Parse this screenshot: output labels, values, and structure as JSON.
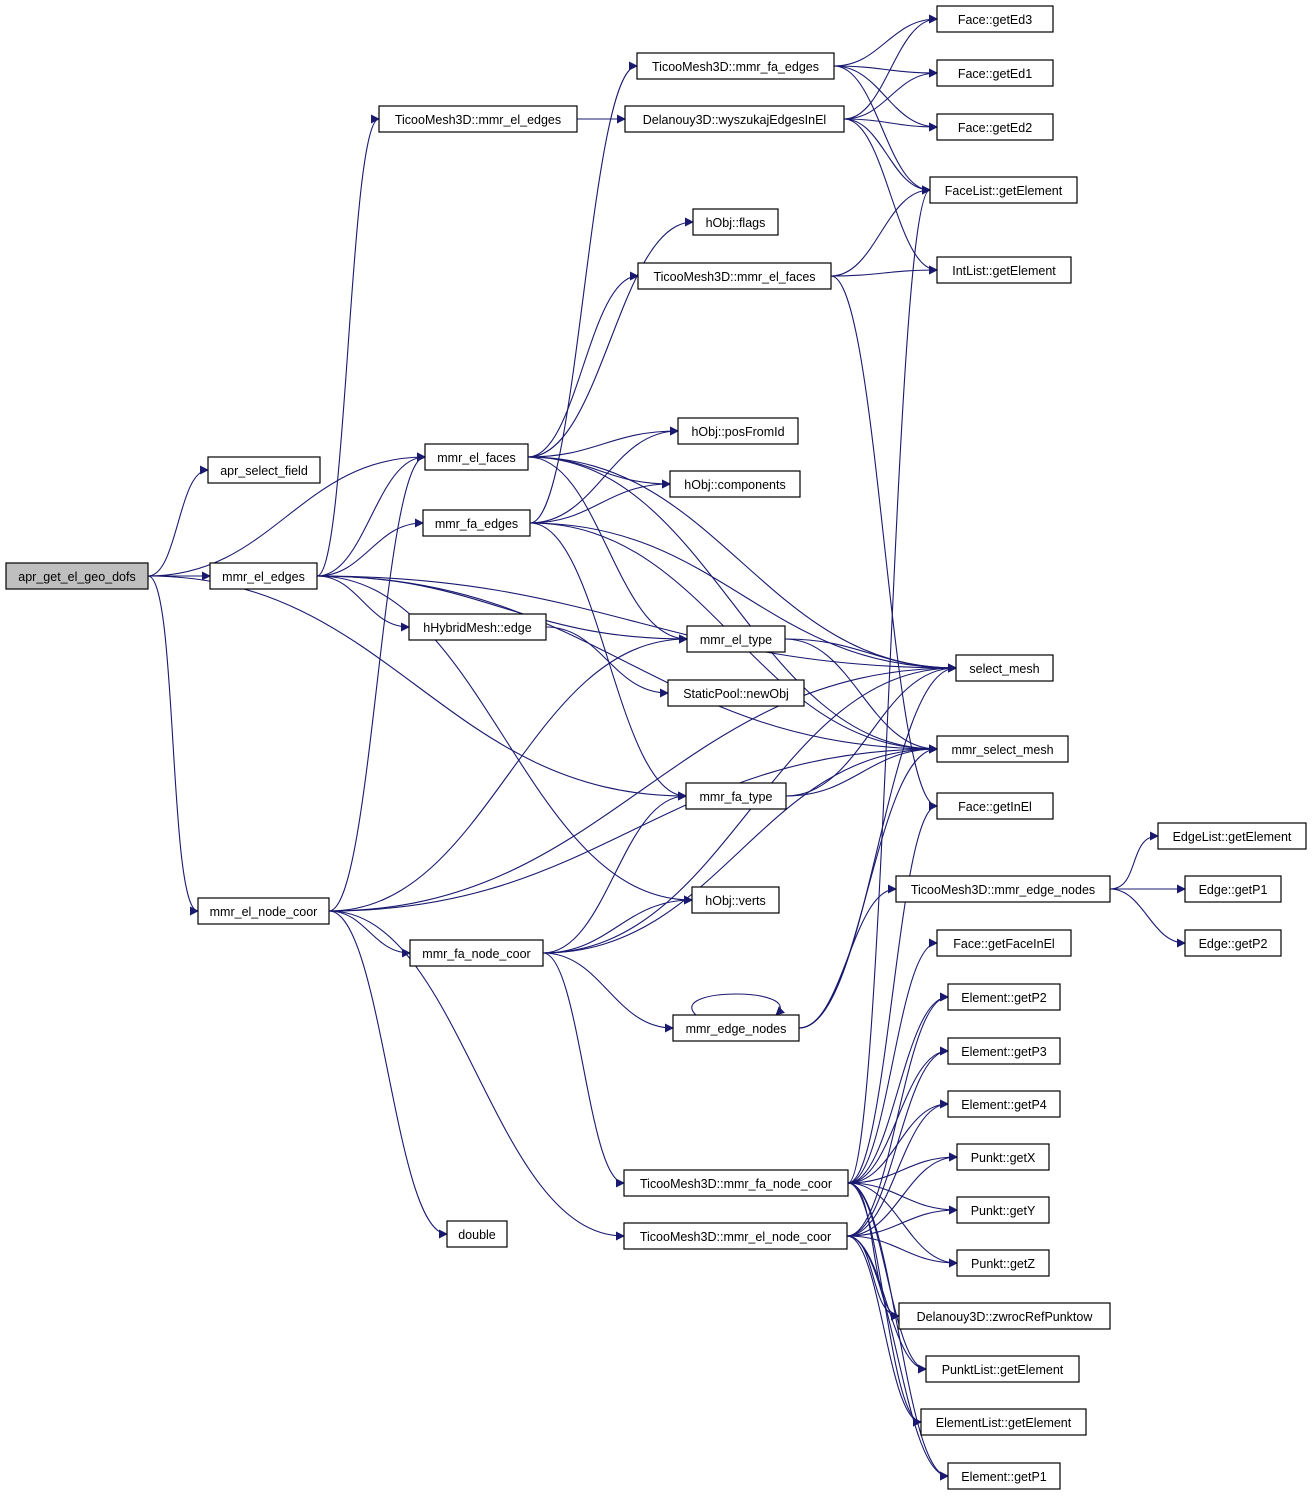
{
  "nodes": [
    {
      "id": "root",
      "label": "apr_get_el_geo_dofs",
      "root": true
    },
    {
      "id": "apr_select_field",
      "label": "apr_select_field"
    },
    {
      "id": "mmr_el_edges",
      "label": "mmr_el_edges"
    },
    {
      "id": "mmr_el_node_coor",
      "label": "mmr_el_node_coor"
    },
    {
      "id": "t_mmr_el_edges",
      "label": "TicooMesh3D::mmr_el_edges"
    },
    {
      "id": "mmr_el_faces",
      "label": "mmr_el_faces"
    },
    {
      "id": "mmr_fa_edges",
      "label": "mmr_fa_edges"
    },
    {
      "id": "hHybridMesh_edge",
      "label": "hHybridMesh::edge"
    },
    {
      "id": "double",
      "label": "double"
    },
    {
      "id": "mmr_fa_node_coor",
      "label": "mmr_fa_node_coor"
    },
    {
      "id": "t_mmr_fa_edges",
      "label": "TicooMesh3D::mmr_fa_edges"
    },
    {
      "id": "delanouy_wyszukaj",
      "label": "Delanouy3D::wyszukajEdgesInEl"
    },
    {
      "id": "hObj_flags",
      "label": "hObj::flags"
    },
    {
      "id": "t_mmr_el_faces",
      "label": "TicooMesh3D::mmr_el_faces"
    },
    {
      "id": "hObj_posFromId",
      "label": "hObj::posFromId"
    },
    {
      "id": "hObj_components",
      "label": "hObj::components"
    },
    {
      "id": "mmr_el_type",
      "label": "mmr_el_type"
    },
    {
      "id": "staticpool_newobj",
      "label": "StaticPool::newObj"
    },
    {
      "id": "mmr_fa_type",
      "label": "mmr_fa_type"
    },
    {
      "id": "hObj_verts",
      "label": "hObj::verts"
    },
    {
      "id": "mmr_edge_nodes",
      "label": "mmr_edge_nodes"
    },
    {
      "id": "t_mmr_fa_node_coor",
      "label": "TicooMesh3D::mmr_fa_node_coor"
    },
    {
      "id": "t_mmr_el_node_coor",
      "label": "TicooMesh3D::mmr_el_node_coor"
    },
    {
      "id": "face_getEd3",
      "label": "Face::getEd3"
    },
    {
      "id": "face_getEd1",
      "label": "Face::getEd1"
    },
    {
      "id": "face_getEd2",
      "label": "Face::getEd2"
    },
    {
      "id": "facelist_getElement",
      "label": "FaceList::getElement"
    },
    {
      "id": "intlist_getElement",
      "label": "IntList::getElement"
    },
    {
      "id": "select_mesh",
      "label": "select_mesh"
    },
    {
      "id": "mmr_select_mesh",
      "label": "mmr_select_mesh"
    },
    {
      "id": "face_getInEl",
      "label": "Face::getInEl"
    },
    {
      "id": "t_mmr_edge_nodes",
      "label": "TicooMesh3D::mmr_edge_nodes"
    },
    {
      "id": "face_getFaceInEl",
      "label": "Face::getFaceInEl"
    },
    {
      "id": "element_getP2",
      "label": "Element::getP2"
    },
    {
      "id": "element_getP3",
      "label": "Element::getP3"
    },
    {
      "id": "element_getP4",
      "label": "Element::getP4"
    },
    {
      "id": "punkt_getX",
      "label": "Punkt::getX"
    },
    {
      "id": "punkt_getY",
      "label": "Punkt::getY"
    },
    {
      "id": "punkt_getZ",
      "label": "Punkt::getZ"
    },
    {
      "id": "delanouy_zwroc",
      "label": "Delanouy3D::zwrocRefPunktow"
    },
    {
      "id": "punktlist_getElement",
      "label": "PunktList::getElement"
    },
    {
      "id": "elementlist_getElement",
      "label": "ElementList::getElement"
    },
    {
      "id": "element_getP1",
      "label": "Element::getP1"
    },
    {
      "id": "edgelist_getElement",
      "label": "EdgeList::getElement"
    },
    {
      "id": "edge_getP1",
      "label": "Edge::getP1"
    },
    {
      "id": "edge_getP2",
      "label": "Edge::getP2"
    }
  ],
  "edges": [
    [
      "root",
      "apr_select_field"
    ],
    [
      "root",
      "mmr_el_faces"
    ],
    [
      "root",
      "mmr_el_edges"
    ],
    [
      "root",
      "mmr_fa_type"
    ],
    [
      "root",
      "mmr_el_node_coor"
    ],
    [
      "mmr_el_edges",
      "t_mmr_el_edges"
    ],
    [
      "mmr_el_edges",
      "select_mesh"
    ],
    [
      "mmr_el_edges",
      "mmr_el_faces"
    ],
    [
      "mmr_el_edges",
      "mmr_fa_edges"
    ],
    [
      "mmr_el_edges",
      "hHybridMesh_edge"
    ],
    [
      "mmr_el_edges",
      "mmr_el_type"
    ],
    [
      "mmr_el_edges",
      "mmr_select_mesh"
    ],
    [
      "mmr_el_edges",
      "hObj_verts"
    ],
    [
      "t_mmr_el_edges",
      "delanouy_wyszukaj"
    ],
    [
      "mmr_el_faces",
      "hObj_flags"
    ],
    [
      "mmr_el_faces",
      "t_mmr_el_faces"
    ],
    [
      "mmr_el_faces",
      "select_mesh"
    ],
    [
      "mmr_el_faces",
      "mmr_select_mesh"
    ],
    [
      "mmr_el_faces",
      "hObj_posFromId"
    ],
    [
      "mmr_el_faces",
      "hObj_components"
    ],
    [
      "mmr_el_faces",
      "mmr_el_type"
    ],
    [
      "mmr_fa_edges",
      "t_mmr_fa_edges"
    ],
    [
      "mmr_fa_edges",
      "hObj_posFromId"
    ],
    [
      "mmr_fa_edges",
      "hObj_components"
    ],
    [
      "mmr_fa_edges",
      "select_mesh"
    ],
    [
      "mmr_fa_edges",
      "mmr_select_mesh"
    ],
    [
      "mmr_fa_edges",
      "mmr_fa_type"
    ],
    [
      "hHybridMesh_edge",
      "staticpool_newobj"
    ],
    [
      "t_mmr_fa_edges",
      "face_getEd3"
    ],
    [
      "t_mmr_fa_edges",
      "face_getEd1"
    ],
    [
      "t_mmr_fa_edges",
      "face_getEd2"
    ],
    [
      "t_mmr_fa_edges",
      "facelist_getElement"
    ],
    [
      "delanouy_wyszukaj",
      "face_getEd3"
    ],
    [
      "delanouy_wyszukaj",
      "face_getEd1"
    ],
    [
      "delanouy_wyszukaj",
      "face_getEd2"
    ],
    [
      "delanouy_wyszukaj",
      "facelist_getElement"
    ],
    [
      "delanouy_wyszukaj",
      "intlist_getElement"
    ],
    [
      "t_mmr_el_faces",
      "facelist_getElement"
    ],
    [
      "t_mmr_el_faces",
      "intlist_getElement"
    ],
    [
      "t_mmr_el_faces",
      "face_getInEl"
    ],
    [
      "mmr_el_type",
      "select_mesh"
    ],
    [
      "mmr_el_type",
      "mmr_select_mesh"
    ],
    [
      "mmr_fa_type",
      "select_mesh"
    ],
    [
      "mmr_fa_type",
      "mmr_select_mesh"
    ],
    [
      "mmr_el_node_coor",
      "mmr_el_faces"
    ],
    [
      "mmr_el_node_coor",
      "mmr_el_type"
    ],
    [
      "mmr_el_node_coor",
      "mmr_select_mesh"
    ],
    [
      "mmr_el_node_coor",
      "mmr_fa_node_coor"
    ],
    [
      "mmr_el_node_coor",
      "double"
    ],
    [
      "mmr_el_node_coor",
      "t_mmr_el_node_coor"
    ],
    [
      "mmr_el_node_coor",
      "select_mesh"
    ],
    [
      "mmr_fa_node_coor",
      "mmr_fa_type"
    ],
    [
      "mmr_fa_node_coor",
      "hObj_verts"
    ],
    [
      "mmr_fa_node_coor",
      "select_mesh"
    ],
    [
      "mmr_fa_node_coor",
      "mmr_edge_nodes"
    ],
    [
      "mmr_fa_node_coor",
      "mmr_select_mesh"
    ],
    [
      "mmr_fa_node_coor",
      "t_mmr_fa_node_coor"
    ],
    [
      "mmr_edge_nodes",
      "mmr_edge_nodes"
    ],
    [
      "mmr_edge_nodes",
      "select_mesh"
    ],
    [
      "mmr_edge_nodes",
      "mmr_select_mesh"
    ],
    [
      "mmr_edge_nodes",
      "t_mmr_edge_nodes"
    ],
    [
      "t_mmr_edge_nodes",
      "edgelist_getElement"
    ],
    [
      "t_mmr_edge_nodes",
      "edge_getP1"
    ],
    [
      "t_mmr_edge_nodes",
      "edge_getP2"
    ],
    [
      "t_mmr_fa_node_coor",
      "facelist_getElement"
    ],
    [
      "t_mmr_fa_node_coor",
      "face_getInEl"
    ],
    [
      "t_mmr_fa_node_coor",
      "element_getP2"
    ],
    [
      "t_mmr_fa_node_coor",
      "element_getP3"
    ],
    [
      "t_mmr_fa_node_coor",
      "element_getP4"
    ],
    [
      "t_mmr_fa_node_coor",
      "punkt_getX"
    ],
    [
      "t_mmr_fa_node_coor",
      "punkt_getY"
    ],
    [
      "t_mmr_fa_node_coor",
      "punkt_getZ"
    ],
    [
      "t_mmr_fa_node_coor",
      "delanouy_zwroc"
    ],
    [
      "t_mmr_fa_node_coor",
      "punktlist_getElement"
    ],
    [
      "t_mmr_fa_node_coor",
      "elementlist_getElement"
    ],
    [
      "t_mmr_fa_node_coor",
      "element_getP1"
    ],
    [
      "t_mmr_fa_node_coor",
      "face_getFaceInEl"
    ],
    [
      "t_mmr_el_node_coor",
      "element_getP2"
    ],
    [
      "t_mmr_el_node_coor",
      "element_getP3"
    ],
    [
      "t_mmr_el_node_coor",
      "element_getP4"
    ],
    [
      "t_mmr_el_node_coor",
      "punkt_getX"
    ],
    [
      "t_mmr_el_node_coor",
      "punkt_getY"
    ],
    [
      "t_mmr_el_node_coor",
      "punkt_getZ"
    ],
    [
      "t_mmr_el_node_coor",
      "delanouy_zwroc"
    ],
    [
      "t_mmr_el_node_coor",
      "punktlist_getElement"
    ],
    [
      "t_mmr_el_node_coor",
      "elementlist_getElement"
    ],
    [
      "t_mmr_el_node_coor",
      "element_getP1"
    ]
  ]
}
